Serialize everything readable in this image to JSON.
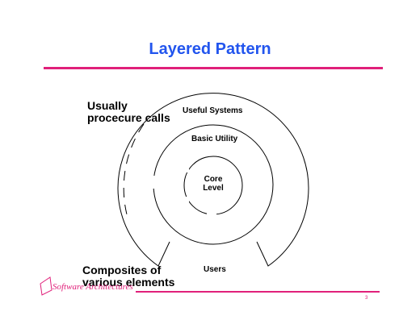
{
  "title": "Layered Pattern",
  "labels": {
    "annotation_top": "Usually procecure calls",
    "annotation_bottom": "Composites of various elements",
    "outer_ring": "Useful Systems",
    "middle_ring": "Basic Utility",
    "core": "Core Level",
    "users": "Users"
  },
  "footer": {
    "brand": "Software Architectures",
    "page_number": "3"
  },
  "colors": {
    "title": "#2255ee",
    "accent": "#e0207a",
    "ink": "#000000"
  }
}
